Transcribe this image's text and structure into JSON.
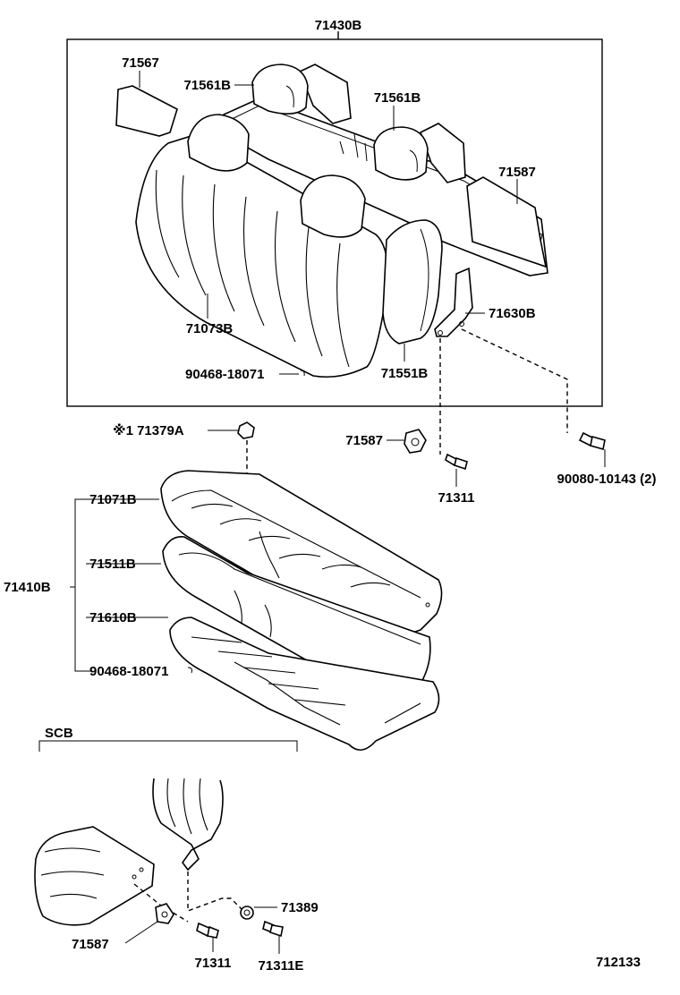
{
  "labels": {
    "assembly_back": "71430B",
    "bracket_left": "71567",
    "headrest_left": "71561B",
    "headrest_right": "71561B",
    "back_bracket": "71587",
    "seatback_cover": "71073B",
    "hinge": "71630B",
    "hog_ring_back": "90468-18071",
    "side_pad": "71551B",
    "lock_pin": "※1 71379A",
    "clip": "71587",
    "bolt": "71311",
    "hinge_bolt": "90080-10143 (2)",
    "cushion_cover": "71071B",
    "cushion_pad": "71511B",
    "assembly_cushion": "71410B",
    "cushion_frame": "71610B",
    "hog_ring_cushion": "90468-18071",
    "scb_title": "SCB",
    "scb_nut": "71389",
    "scb_clip": "71587",
    "scb_bolt": "71311",
    "scb_bolt_e": "71311E",
    "figure_number": "712133"
  }
}
